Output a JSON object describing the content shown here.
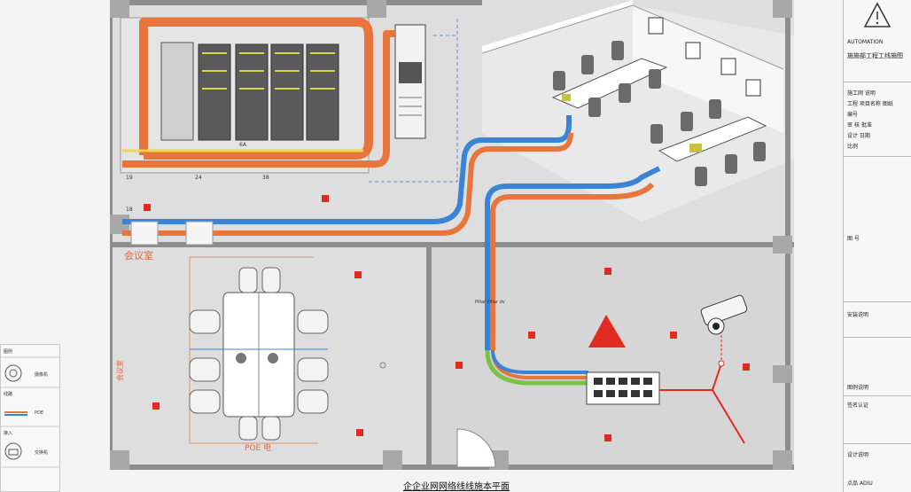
{
  "drawing": {
    "caption": "企企业网网络线线施本平面",
    "room_labels": {
      "meeting": "会议室",
      "poe": "POE 电",
      "vertical_mark": "会议室"
    },
    "small_labels": [
      "19",
      "24",
      "38",
      "18",
      "6A",
      "Pillar Pillar dv"
    ],
    "colors": {
      "orange": "#e8763c",
      "blue": "#3b83d6",
      "yellow": "#e8d84a",
      "green": "#7cc24a",
      "red": "#e02b20",
      "wall": "#8d8d8d",
      "floor": "#dcdcdc"
    }
  },
  "title_block": {
    "company": "AUTOMATION",
    "title": "施施部工程工线施图",
    "rows": [
      "施工网 说明",
      "工程 项目名称 图纸",
      "编号",
      "审 核 批准",
      "设计 日期",
      "比例",
      "图 号",
      "安装说明",
      "图例说明",
      "签名认证",
      "设计说明"
    ],
    "bottom": "点品 ADIU"
  },
  "left_legend": {
    "items": [
      "图例",
      "摄像机",
      "线路",
      "POE",
      "接入",
      "交换机"
    ]
  }
}
